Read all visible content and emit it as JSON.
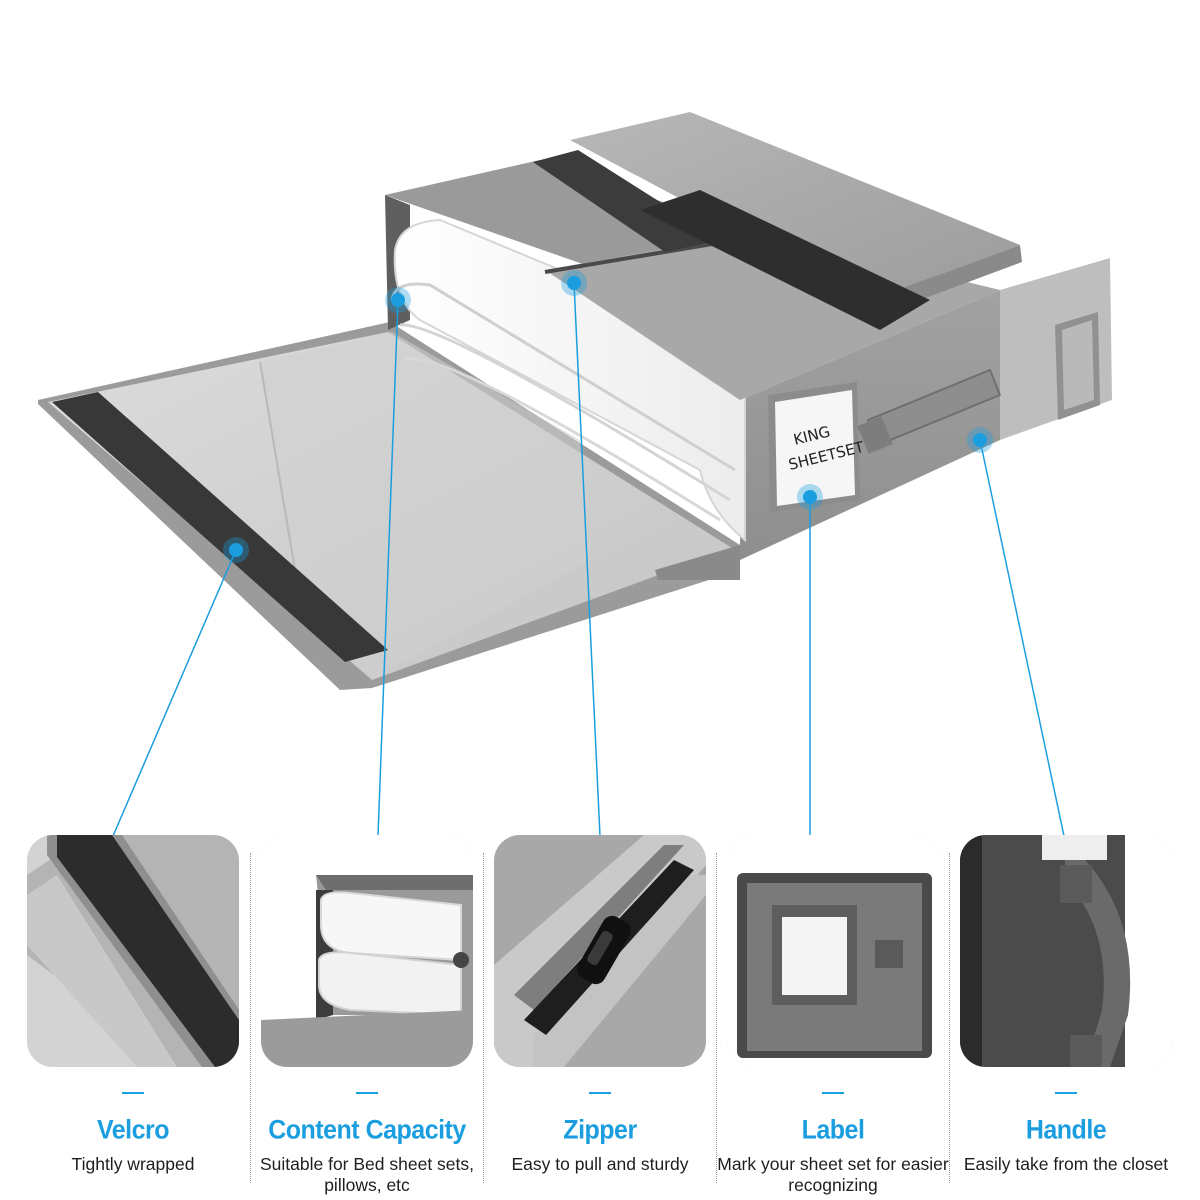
{
  "product_label": {
    "line1": "KING",
    "line2": "SHEETSET"
  },
  "colors": {
    "accent": "#1b9ee0",
    "fabric": "#a9a9a9",
    "velcro": "#3a3a3a"
  },
  "features": [
    {
      "title": "Velcro",
      "desc": "Tightly wrapped",
      "icon": "velcro-strip"
    },
    {
      "title": "Content Capacity",
      "desc": "Suitable for Bed sheet sets, pillows, etc",
      "icon": "folded-sheets"
    },
    {
      "title": "Zipper",
      "desc": "Easy to pull and sturdy",
      "icon": "zipper-pull"
    },
    {
      "title": "Label",
      "desc": "Mark your sheet set for easier recognizing",
      "icon": "label-window"
    },
    {
      "title": "Handle",
      "desc": "Easily take from the closet",
      "icon": "side-handle"
    }
  ]
}
